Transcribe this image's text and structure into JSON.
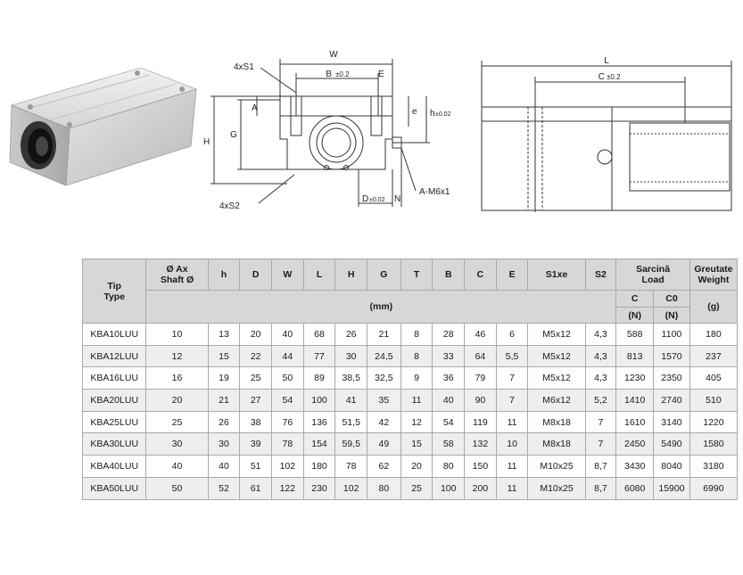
{
  "drawing_labels": {
    "W": "W",
    "S1": "4xS1",
    "B": "B",
    "B_tol": "±0.2",
    "E": "E",
    "A": "A",
    "e": "e",
    "h": "h",
    "h_tol": "±0.02",
    "H": "H",
    "G": "G",
    "S2": "4xS2",
    "D": "D",
    "D_tol": "±0.02",
    "N": "N",
    "A_M6": "A-M6x1",
    "L": "L",
    "C": "C",
    "C_tol": "±0.2"
  },
  "table": {
    "header": {
      "type_label": "Tip\nType",
      "shaft_label": "Ø Ax\nShaft Ø",
      "dims": [
        "h",
        "D",
        "W",
        "L",
        "H",
        "G",
        "T",
        "B",
        "C",
        "E",
        "S1xe",
        "S2"
      ],
      "load_label": "Sarcină\nLoad",
      "load_c": "C",
      "load_c0": "C0",
      "weight_label": "Greutate\nWeight",
      "mm_unit": "(mm)",
      "n_unit_1": "(N)",
      "n_unit_2": "(N)",
      "g_unit": "(g)"
    },
    "rows": [
      [
        "KBA10LUU",
        "10",
        "13",
        "20",
        "40",
        "68",
        "26",
        "21",
        "8",
        "28",
        "46",
        "6",
        "M5x12",
        "4,3",
        "588",
        "1100",
        "180"
      ],
      [
        "KBA12LUU",
        "12",
        "15",
        "22",
        "44",
        "77",
        "30",
        "24,5",
        "8",
        "33",
        "64",
        "5,5",
        "M5x12",
        "4,3",
        "813",
        "1570",
        "237"
      ],
      [
        "KBA16LUU",
        "16",
        "19",
        "25",
        "50",
        "89",
        "38,5",
        "32,5",
        "9",
        "36",
        "79",
        "7",
        "M5x12",
        "4,3",
        "1230",
        "2350",
        "405"
      ],
      [
        "KBA20LUU",
        "20",
        "21",
        "27",
        "54",
        "100",
        "41",
        "35",
        "11",
        "40",
        "90",
        "7",
        "M6x12",
        "5,2",
        "1410",
        "2740",
        "510"
      ],
      [
        "KBA25LUU",
        "25",
        "26",
        "38",
        "76",
        "136",
        "51,5",
        "42",
        "12",
        "54",
        "119",
        "11",
        "M8x18",
        "7",
        "1610",
        "3140",
        "1220"
      ],
      [
        "KBA30LUU",
        "30",
        "30",
        "39",
        "78",
        "154",
        "59,5",
        "49",
        "15",
        "58",
        "132",
        "10",
        "M8x18",
        "7",
        "2450",
        "5490",
        "1580"
      ],
      [
        "KBA40LUU",
        "40",
        "40",
        "51",
        "102",
        "180",
        "78",
        "62",
        "20",
        "80",
        "150",
        "11",
        "M10x25",
        "8,7",
        "3430",
        "8040",
        "3180"
      ],
      [
        "KBA50LUU",
        "50",
        "52",
        "61",
        "122",
        "230",
        "102",
        "80",
        "25",
        "100",
        "200",
        "11",
        "M10x25",
        "8,7",
        "6080",
        "15900",
        "6990"
      ]
    ]
  }
}
